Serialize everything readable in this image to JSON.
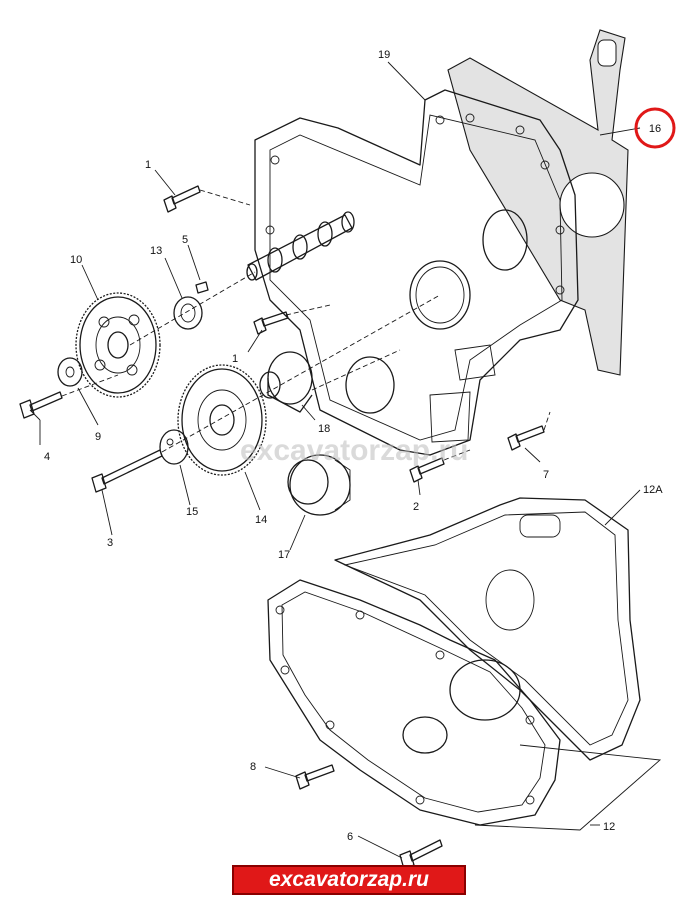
{
  "callouts": {
    "c1a": "1",
    "c1b": "1",
    "c2": "2",
    "c3": "3",
    "c4": "4",
    "c5": "5",
    "c6": "6",
    "c7": "7",
    "c8": "8",
    "c9": "9",
    "c10": "10",
    "c12": "12",
    "c12a": "12A",
    "c13": "13",
    "c14": "14",
    "c15": "15",
    "c16": "16",
    "c17": "17",
    "c18": "18",
    "c19": "19"
  },
  "highlighted_callout": "16",
  "watermark": "excavatorzap.ru",
  "banner": "excavatorzap.ru",
  "colors": {
    "highlight": "#e01818",
    "banner_bg": "#e01818",
    "banner_text": "#ffffff",
    "line": "#1a1a1a"
  }
}
